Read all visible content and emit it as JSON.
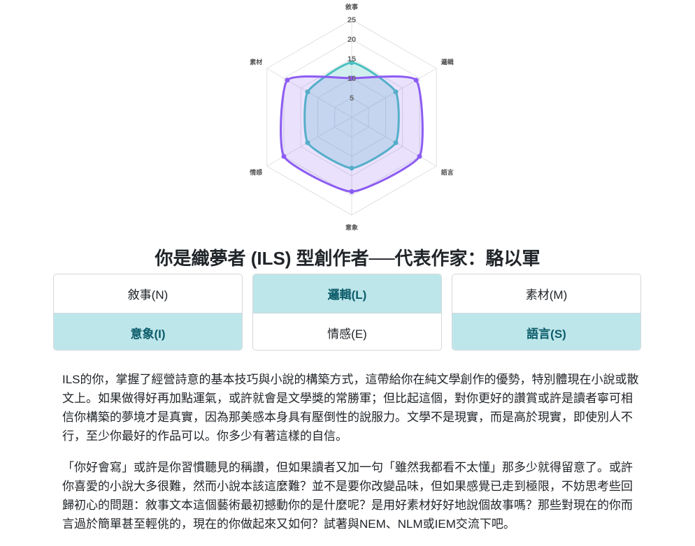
{
  "chart_data": {
    "type": "radar",
    "axes": [
      "敘事",
      "邏輯",
      "語言",
      "意象",
      "情感",
      "素材"
    ],
    "ticks": [
      "5",
      "10",
      "15",
      "20",
      "25"
    ],
    "rmax": 25,
    "series": [
      {
        "values": [
          14,
          13,
          13,
          13,
          13,
          13
        ],
        "stroke": "#4bc0c0",
        "fill": "rgba(75,192,192,0.25)"
      },
      {
        "values": [
          10,
          19,
          20,
          19,
          20,
          19
        ],
        "stroke": "#8c5cf2",
        "fill": "rgba(140,92,242,0.18)"
      }
    ]
  },
  "title": "你是織夢者 (ILS) 型創作者──代表作家：駱以軍",
  "traits": [
    {
      "top": "敘事(N)",
      "bottom": "意象(I)",
      "top_active": false,
      "bottom_active": true
    },
    {
      "top": "邏輯(L)",
      "bottom": "情感(E)",
      "top_active": true,
      "bottom_active": false
    },
    {
      "top": "素材(M)",
      "bottom": "語言(S)",
      "top_active": false,
      "bottom_active": true
    }
  ],
  "paragraphs": [
    "ILS的你，掌握了經營詩意的基本技巧與小說的構築方式，這帶給你在純文學創作的優勢，特別體現在小說或散文上。如果做得好再加點運氣，或許就會是文學獎的常勝軍；但比起這個，對你更好的讚賞或許是讀者寧可相信你構築的夢境才是真實，因為那美感本身具有壓倒性的說服力。文學不是現實，而是高於現實，即使別人不行，至少你最好的作品可以。你多少有著這樣的自信。",
    "「你好會寫」或許是你習慣聽見的稱讚，但如果讀者又加一句「雖然我都看不太懂」那多少就得留意了。或許你喜愛的小說大多很難，然而小說本該這麼難？並不是要你改變品味，但如果感覺已走到極限，不妨思考些回歸初心的問題：敘事文本這個藝術最初撼動你的是什麼呢？是用好素材好好地說個故事嗎？那些對現在的你而言過於簡單甚至輕佻的，現在的你做起來又如何？試著與NEM、NLM或IEM交流下吧。"
  ]
}
